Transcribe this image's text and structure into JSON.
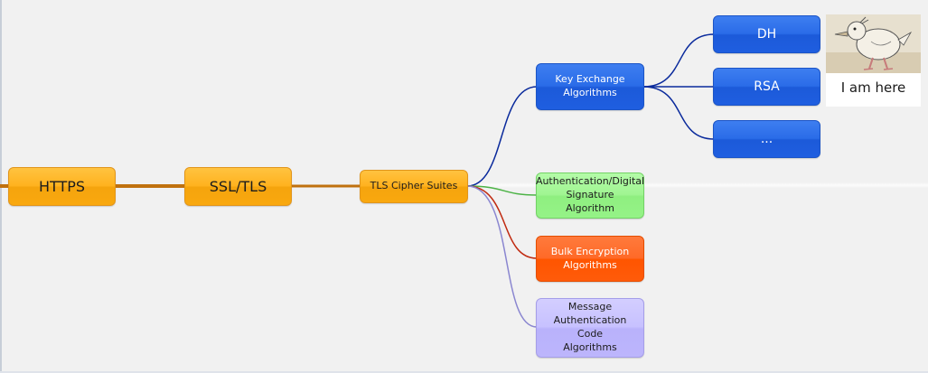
{
  "diagram": {
    "nodes": {
      "https": {
        "label": "HTTPS"
      },
      "ssl_tls": {
        "label": "SSL/TLS"
      },
      "cipher_suites": {
        "label": "TLS Cipher Suites"
      },
      "key_exchange": {
        "line1": "Key Exchange",
        "line2": "Algorithms"
      },
      "auth_signature": {
        "line1": "Authentication/Digital",
        "line2": "Signature Algorithm"
      },
      "bulk_encryption": {
        "line1": "Bulk Encryption",
        "line2": "Algorithms"
      },
      "mac": {
        "line1": "Message",
        "line2": "Authentication Code",
        "line3": "Algorithms"
      },
      "dh": {
        "label": "DH"
      },
      "rsa": {
        "label": "RSA"
      },
      "more": {
        "label": "..."
      }
    },
    "callout": {
      "label": "I am here",
      "picture": "duck-illustration"
    },
    "colors": {
      "orange": "#ffb21f",
      "blue": "#1f5ee0",
      "green": "#a0f592",
      "red": "#ff5b0a",
      "purple": "#c7c1ff",
      "main_link": "#c0710f",
      "key_exchange_link": "#0a2a9c",
      "green_link": "#4db347",
      "red_link": "#c02a10",
      "purple_link": "#8a86d0"
    }
  }
}
